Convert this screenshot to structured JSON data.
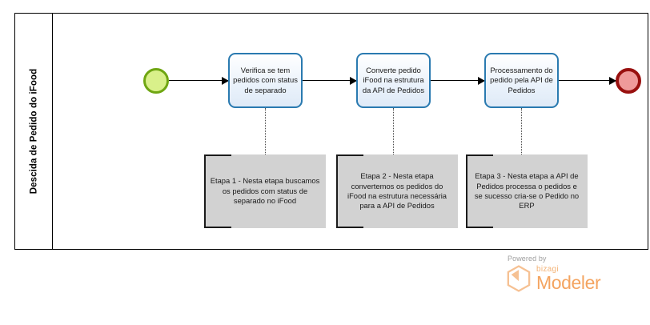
{
  "diagram": {
    "type": "bpmn-process",
    "pool": {
      "lane_label": "Descida de Pedido do iFood"
    },
    "events": [
      {
        "id": "start",
        "name": "start-event",
        "kind": "start",
        "fill": "#d9f08a",
        "stroke": "#6fa612"
      },
      {
        "id": "end",
        "name": "end-event",
        "kind": "end",
        "fill": "#ef9a9a",
        "stroke": "#99100f"
      }
    ],
    "tasks": [
      {
        "id": "task-1",
        "label": "Verifica se tem pedidos com status de separado"
      },
      {
        "id": "task-2",
        "label": "Converte pedido iFood na estrutura da API de Pedidos"
      },
      {
        "id": "task-3",
        "label": "Processamento do pedido pela API de Pedidos"
      }
    ],
    "annotations": [
      {
        "id": "annotation-1",
        "label": "Etapa 1 - Nesta etapa buscamos os pedidos com status de separado no iFood"
      },
      {
        "id": "annotation-2",
        "label": "Etapa 2 - Nesta etapa convertemos os pedidos do iFood na estrutura necessária para a API de Pedidos"
      },
      {
        "id": "annotation-3",
        "label": "Etapa 3 - Nesta etapa a API de Pedidos processa o pedidos e se sucesso cria-se o Pedido no ERP"
      }
    ],
    "colors": {
      "task_border": "#2a7ab0",
      "task_fill": "#eaf2fb",
      "annotation_fill": "#d2d2d2",
      "flow_line": "#000000",
      "pool_border": "#000000"
    }
  },
  "branding": {
    "powered_by": "Powered by",
    "brand_name": "bizagi",
    "product_name": "Modeler",
    "accent_color": "#f4a460"
  }
}
